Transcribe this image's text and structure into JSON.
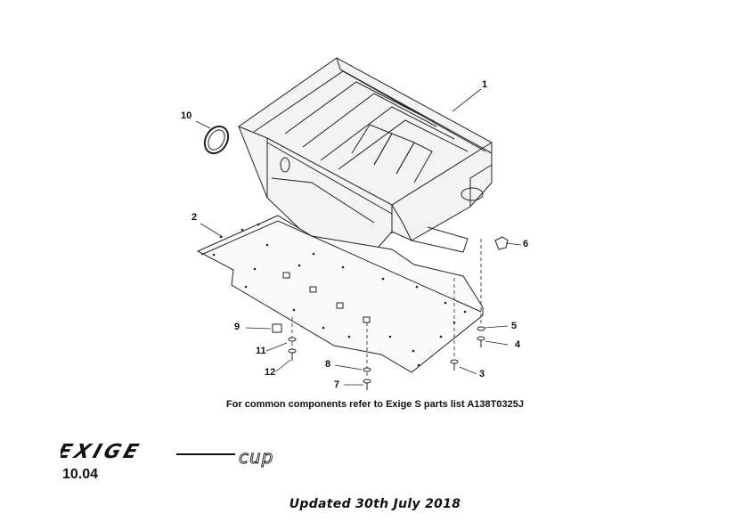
{
  "callouts": [
    {
      "id": "1",
      "text": "1"
    },
    {
      "id": "2",
      "text": "2"
    },
    {
      "id": "3",
      "text": "3"
    },
    {
      "id": "4",
      "text": "4"
    },
    {
      "id": "5",
      "text": "5"
    },
    {
      "id": "6",
      "text": "6"
    },
    {
      "id": "7",
      "text": "7"
    },
    {
      "id": "8",
      "text": "8"
    },
    {
      "id": "9",
      "text": "9"
    },
    {
      "id": "10",
      "text": "10"
    },
    {
      "id": "11",
      "text": "11"
    },
    {
      "id": "12",
      "text": "12"
    }
  ],
  "note": "For common components refer to Exige S parts list A138T0325J",
  "brand": {
    "name": "EXIGE",
    "suffix": "cup"
  },
  "page_number": "10.04",
  "updated": "Updated 30th July 2018"
}
